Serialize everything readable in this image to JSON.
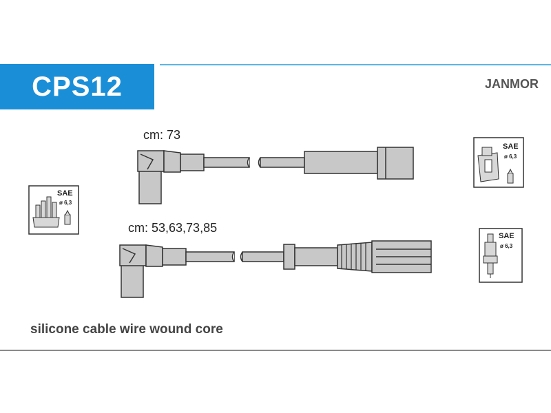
{
  "header": {
    "code": "CPS12",
    "brand": "JANMOR"
  },
  "cables": [
    {
      "length_label": "cm: 73"
    },
    {
      "length_label": "cm: 53,63,73,85"
    }
  ],
  "connectors": {
    "standard": "SAE",
    "diameter": "ø 6,3"
  },
  "footer": {
    "description": "silicone cable wire wound core"
  },
  "colors": {
    "badge": "#1a8fd8",
    "accent_rule": "#5cb4e6",
    "part_fill": "#c8c8c8",
    "outline": "#333333"
  }
}
